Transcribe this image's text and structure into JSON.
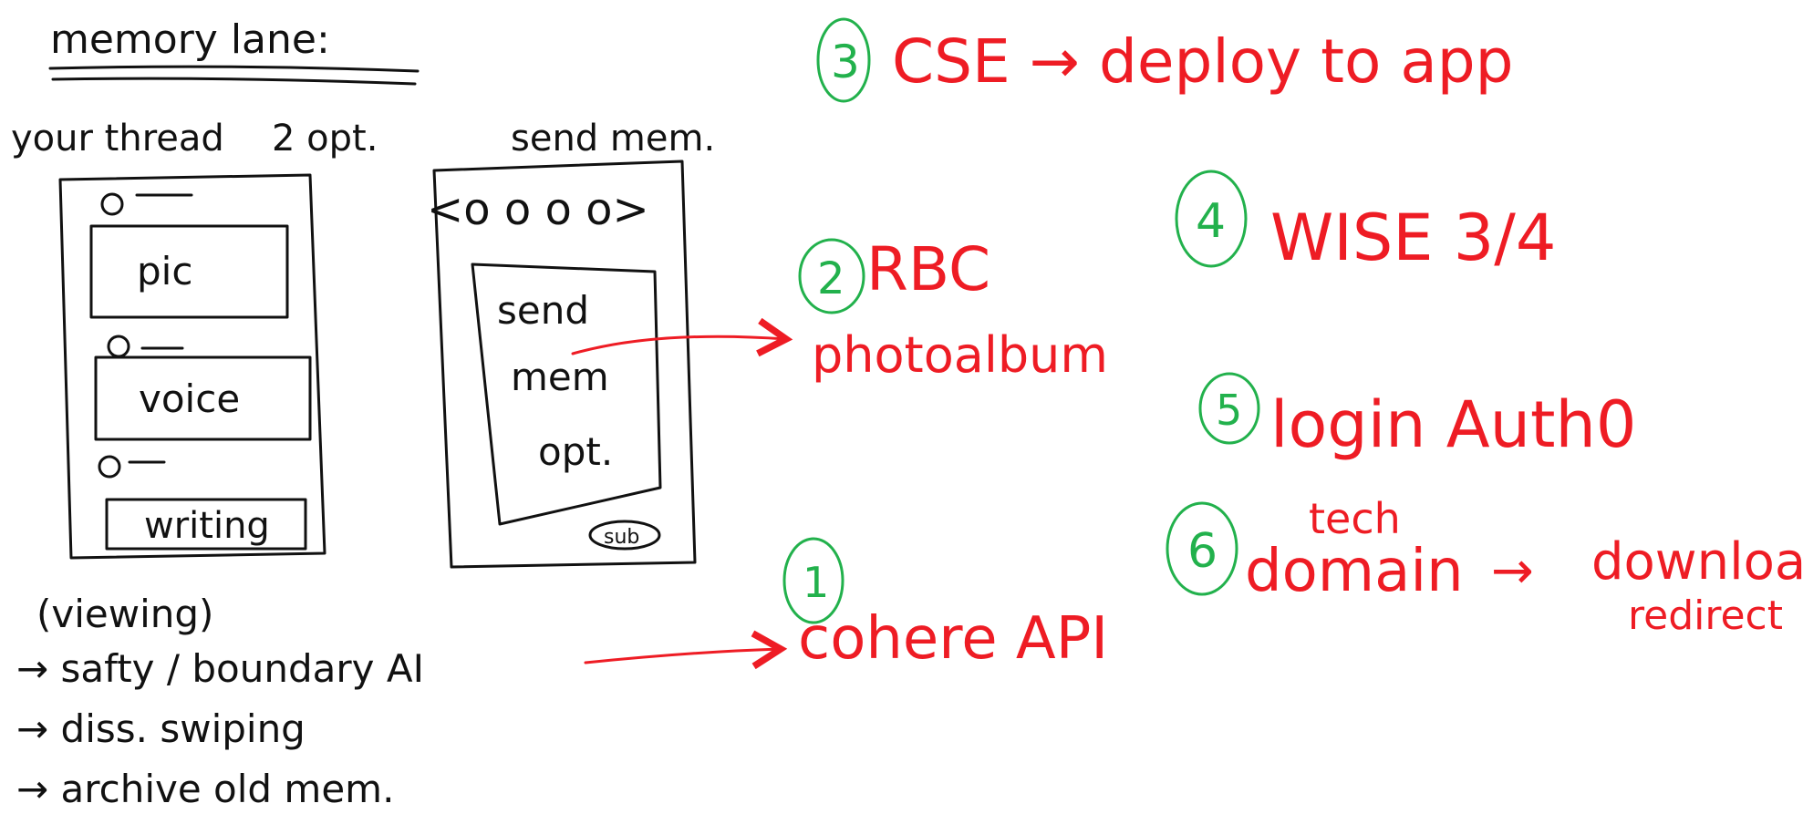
{
  "title": "memory lane:",
  "left": {
    "your_thread_label": "your thread",
    "two_opt_label": "2 opt.",
    "send_mem_title": "send mem.",
    "thread_phone": {
      "items": [
        "pic",
        "voice",
        "writing"
      ],
      "caption": "(viewing)"
    },
    "send_phone": {
      "carousel": "<o o o o>",
      "card_lines": [
        "send",
        "mem",
        "opt."
      ],
      "submit_label": "sub"
    },
    "notes": [
      "→ safty / boundary AI",
      "→ diss. swiping",
      "→ archive old mem."
    ]
  },
  "plan": {
    "items": [
      {
        "number": "3",
        "text": "CSE → deploy to app"
      },
      {
        "number": "4",
        "text": "WISE 3/4"
      },
      {
        "number": "2",
        "text": "RBC"
      },
      {
        "number": "5",
        "text": "login Auth0"
      },
      {
        "number": "6",
        "text": "domain",
        "superscript": "tech",
        "tail": "→",
        "extra_line1": "download",
        "extra_line2": "redirect"
      },
      {
        "number": "1",
        "text": "cohere API"
      }
    ],
    "rbc_sub": "photoalbum"
  },
  "colors": {
    "ink": "#111111",
    "red": "#ee1c24",
    "green": "#22b14c"
  }
}
